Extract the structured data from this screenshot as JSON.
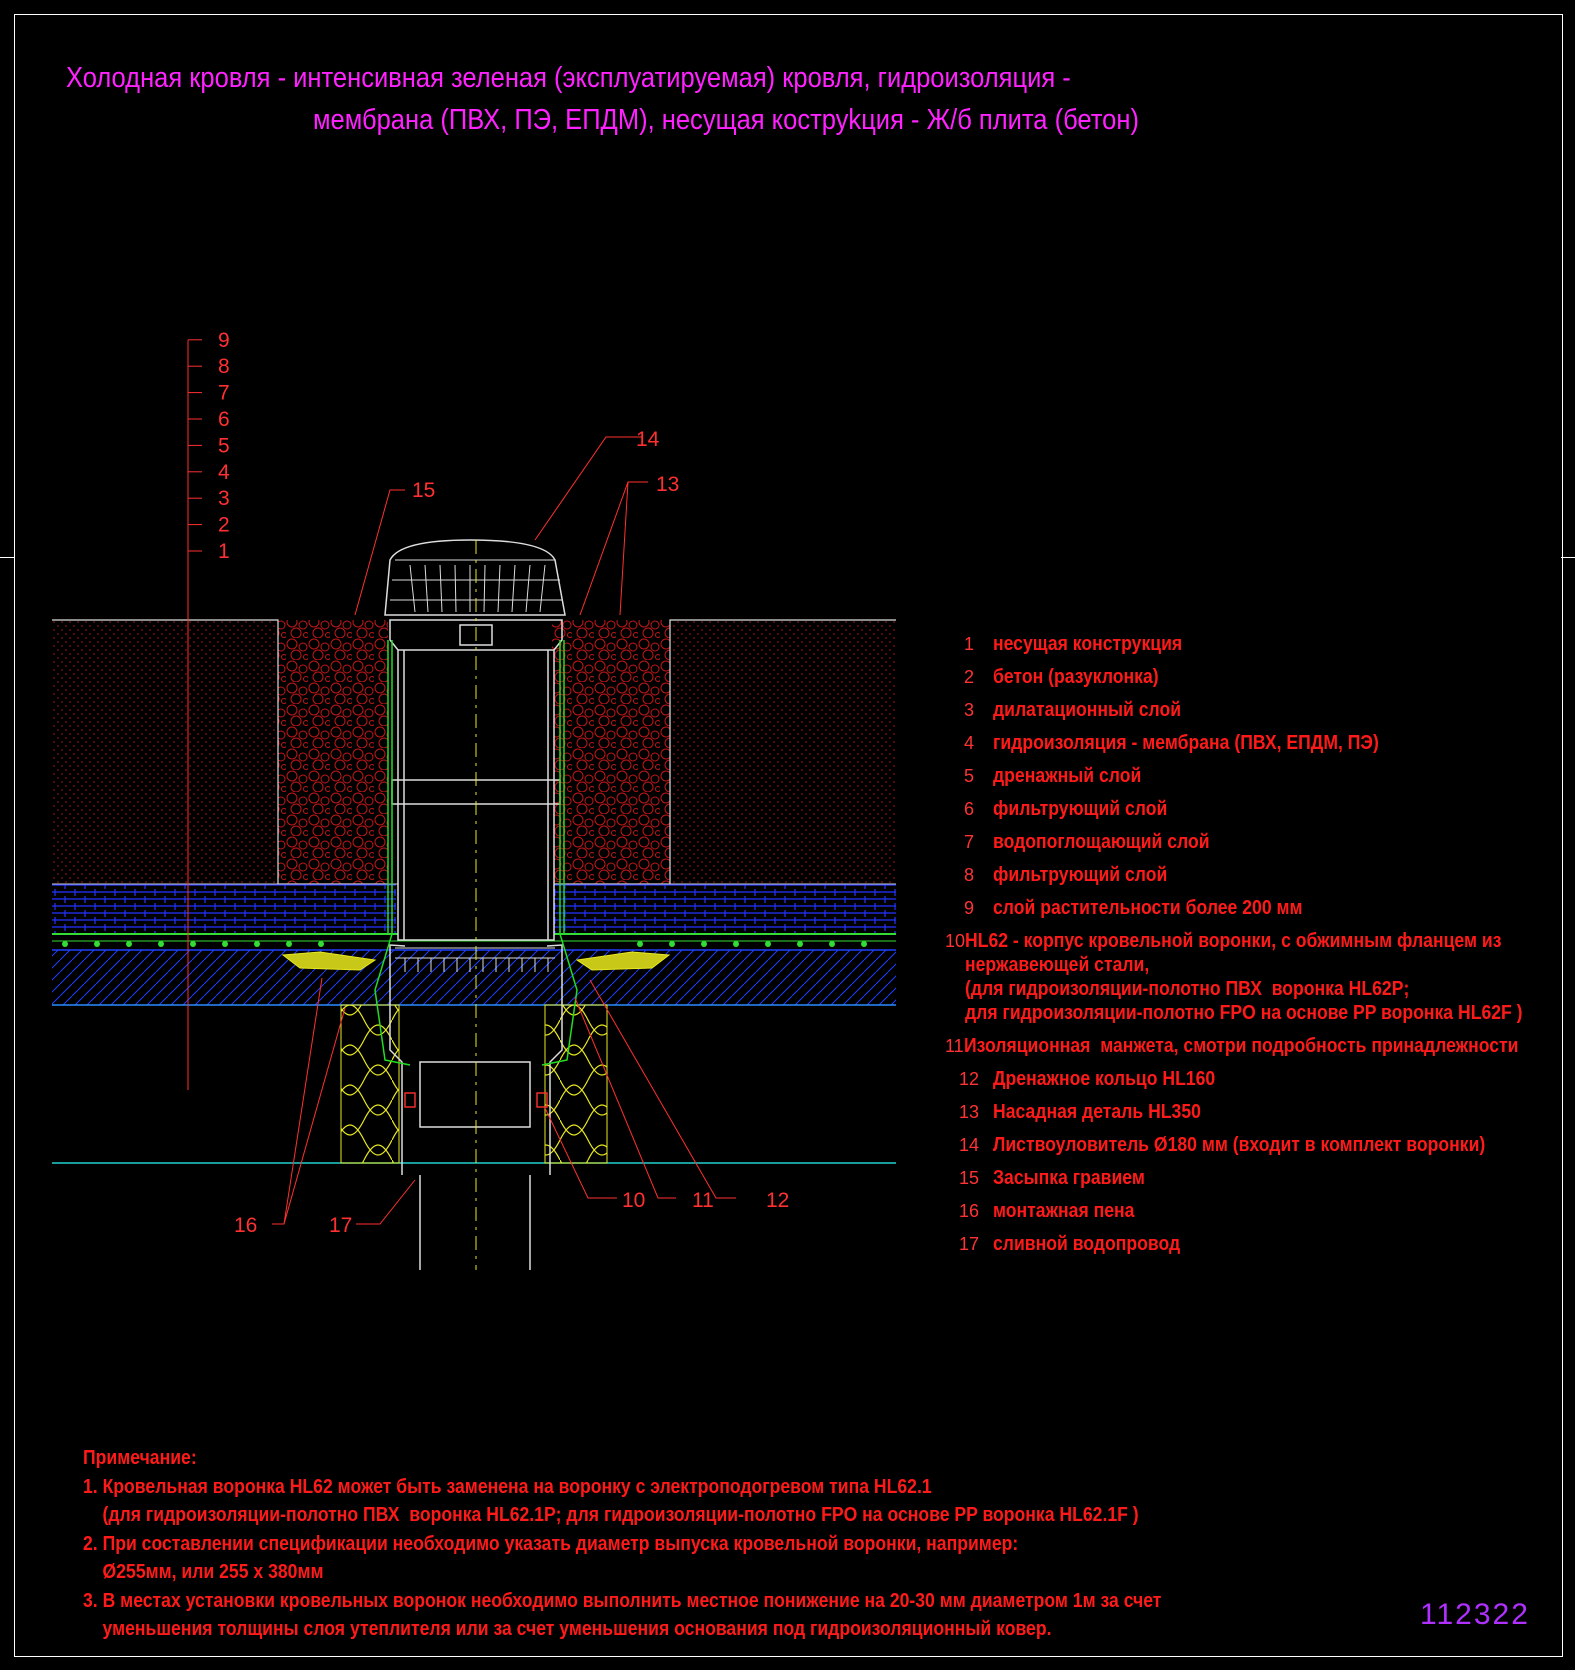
{
  "title": {
    "line1": "Холодная кровля - интенсивная зеленая (эксплуатируемая) кровля, гидроизоляция -",
    "line2": "мембрана (ПВХ, ПЭ, ЕПДМ), несущая коструkция - Ж/б плита (бетон)"
  },
  "layer_scale": [
    "1",
    "2",
    "3",
    "4",
    "5",
    "6",
    "7",
    "8",
    "9"
  ],
  "callouts": {
    "c10": "10",
    "c11": "11",
    "c12": "12",
    "c13": "13",
    "c14": "14",
    "c15": "15",
    "c16": "16",
    "c17": "17"
  },
  "legend": [
    {
      "num": "1",
      "text": "несущая конструкция"
    },
    {
      "num": "2",
      "text": "бетон (разуклонка)"
    },
    {
      "num": "3",
      "text": "дилатационный слой"
    },
    {
      "num": "4",
      "text": "гидроизоляция - мембрана (ПВХ, ЕПДМ, ПЭ)"
    },
    {
      "num": "5",
      "text": "дренажный слой"
    },
    {
      "num": "6",
      "text": "фильтрующий слой"
    },
    {
      "num": "7",
      "text": "водопоглощающий слой"
    },
    {
      "num": "8",
      "text": "фильтрующий слой"
    },
    {
      "num": "9",
      "text": "слой растительности более 200 мм"
    },
    {
      "num": "10",
      "text": "HL62 - корпус кровельной воронки, с обжимным фланцем из\nнержавеющей стали,\n(для гидроизоляции-полотно ПВХ  воронка HL62P;\nдля гидроизоляции-полотно FPO на основе PP воронка HL62F )"
    },
    {
      "num": "11",
      "text": "Изоляционная  манжета, смотри подробность принадлежности"
    },
    {
      "num": "12",
      "text": "Дренажное кольцо HL160"
    },
    {
      "num": "13",
      "text": "Насадная деталь HL350"
    },
    {
      "num": "14",
      "text": "Листвоуловитель Ø180 мм (входит в комплект воронки)"
    },
    {
      "num": "15",
      "text": "Засыпка гравием"
    },
    {
      "num": "16",
      "text": "монтажная пена"
    },
    {
      "num": "17",
      "text": "сливной водопровод"
    }
  ],
  "notes": {
    "heading": "Примечание:",
    "n1a": "1. Кровельная воронка HL62 может быть заменена на воронку с электроподогревом типа HL62.1",
    "n1b": "    (для гидроизоляции-полотно ПВХ  воронка HL62.1P; для гидроизоляции-полотно FPO на основе PP воронка HL62.1F )",
    "n2a": "2. При составлении спецификации необходимо указать диаметр выпуска кровельной воронки, например:",
    "n2b": "    Ø255мм, или 255 x 380мм",
    "n3a": "3. В местах установки кровельных воронок необходимо выполнить местное понижение на 20-30 мм диаметром 1м за счет",
    "n3b": "    уменьшения толщины слоя утеплителя или за счет уменьшения основания под гидроизоляционный ковер."
  },
  "drawing_code": "112322",
  "colors": {
    "title": "#ff22ff",
    "text": "#ff1a1a",
    "code": "#b030ff",
    "soil": "#c01818",
    "drain": "#2233ff",
    "insulation": "#f0f020",
    "base": "#2040ff"
  }
}
